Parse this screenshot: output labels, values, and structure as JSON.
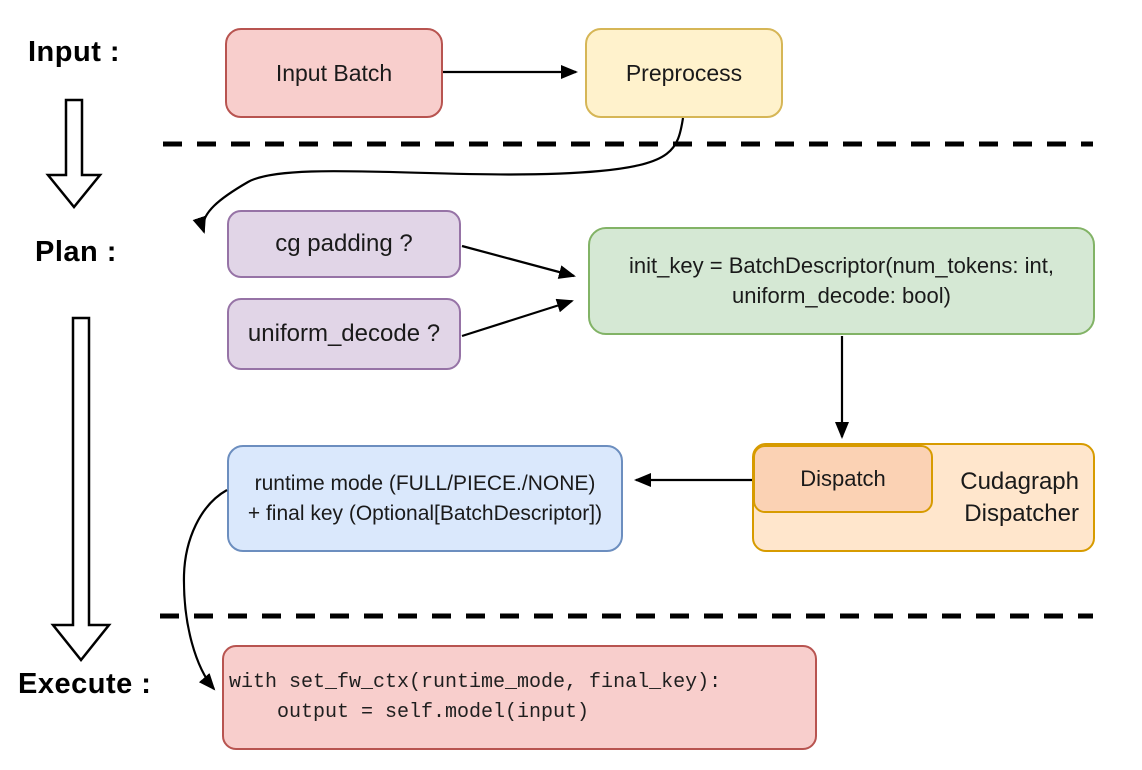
{
  "stages": {
    "input": "Input :",
    "plan": "Plan :",
    "execute": "Execute :"
  },
  "nodes": {
    "input_batch": {
      "label": "Input Batch",
      "fill": "#f8cecc",
      "border": "#b85450"
    },
    "preprocess": {
      "label": "Preprocess",
      "fill": "#fff2cc",
      "border": "#d6b656"
    },
    "cg_padding": {
      "label": "cg padding ?",
      "fill": "#e1d5e7",
      "border": "#9673a6"
    },
    "uniform_decode": {
      "label": "uniform_decode ?",
      "fill": "#e1d5e7",
      "border": "#9673a6"
    },
    "init_key": {
      "line1": "init_key = BatchDescriptor(num_tokens: int,",
      "line2": "uniform_decode: bool)",
      "fill": "#d5e8d4",
      "border": "#82b366"
    },
    "dispatch": {
      "label": "Dispatch",
      "fill": "#fbd2b4",
      "border": "#d79b00"
    },
    "cudagraph_dispatcher": {
      "line1": "Cudagraph",
      "line2": "Dispatcher",
      "fill": "#ffe6cc",
      "border": "#d79b00"
    },
    "runtime_result": {
      "line1": "runtime mode (FULL/PIECE./NONE)",
      "line2": "+ final key (Optional[BatchDescriptor])",
      "fill": "#dae8fc",
      "border": "#6c8ebf"
    },
    "execute_code": {
      "line1": "with set_fw_ctx(runtime_mode, final_key):",
      "line2": "    output = self.model(input)",
      "fill": "#f8cecc",
      "border": "#b85450"
    }
  },
  "wire_color": "#000000"
}
